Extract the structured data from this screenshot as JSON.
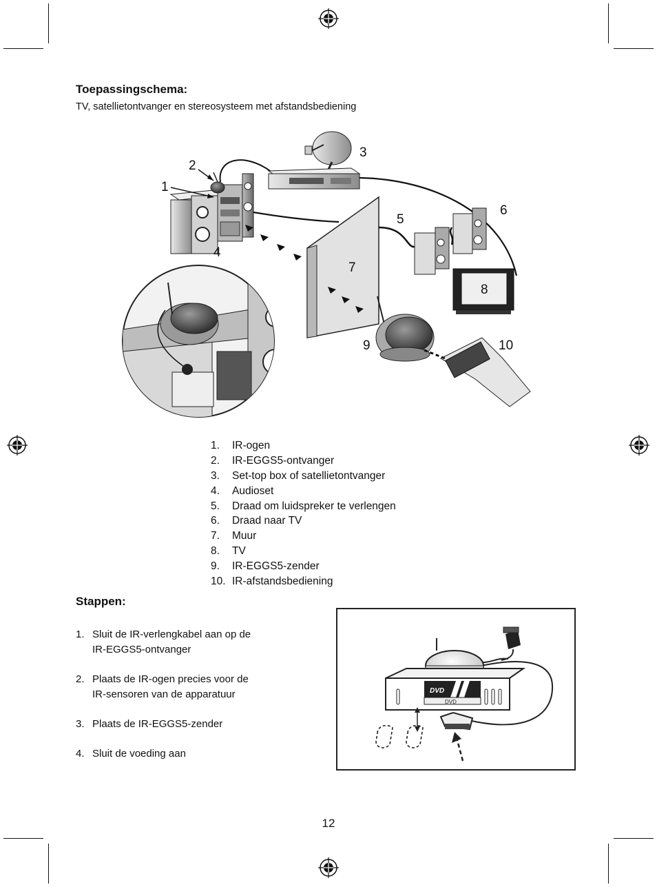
{
  "section1": {
    "heading": "Toepassingschema:",
    "subtitle": "TV, satellietontvanger en stereosysteem met afstandsbediening"
  },
  "diagram": {
    "callouts": [
      "1",
      "2",
      "3",
      "4",
      "5",
      "6",
      "7",
      "8",
      "9",
      "10"
    ]
  },
  "legend": {
    "items": [
      {
        "num": "1.",
        "label": "IR-ogen"
      },
      {
        "num": "2.",
        "label": "IR-EGGS5-ontvanger"
      },
      {
        "num": "3.",
        "label": "Set-top box of satellietontvanger"
      },
      {
        "num": "4.",
        "label": "Audioset"
      },
      {
        "num": "5.",
        "label": "Draad om luidspreker te verlengen"
      },
      {
        "num": "6.",
        "label": "Draad naar TV"
      },
      {
        "num": "7.",
        "label": "Muur"
      },
      {
        "num": "8.",
        "label": "TV"
      },
      {
        "num": "9.",
        "label": "IR-EGGS5-zender"
      },
      {
        "num": "10.",
        "label": "IR-afstandsbediening"
      }
    ]
  },
  "section2": {
    "heading": "Stappen:",
    "steps": [
      {
        "num": "1.",
        "line1": "Sluit de IR-verlengkabel aan op de",
        "line2": "IR-EGGS5-ontvanger"
      },
      {
        "num": "2.",
        "line1": "Plaats de IR-ogen precies voor de",
        "line2": "IR-sensoren van de apparatuur"
      },
      {
        "num": "3.",
        "line1": "Plaats de IR-EGGS5-zender",
        "line2": ""
      },
      {
        "num": "4.",
        "line1": "Sluit de voeding aan",
        "line2": ""
      }
    ]
  },
  "dvd_figure": {
    "logo": "DVD",
    "label": "DVD"
  },
  "page_number": "12"
}
